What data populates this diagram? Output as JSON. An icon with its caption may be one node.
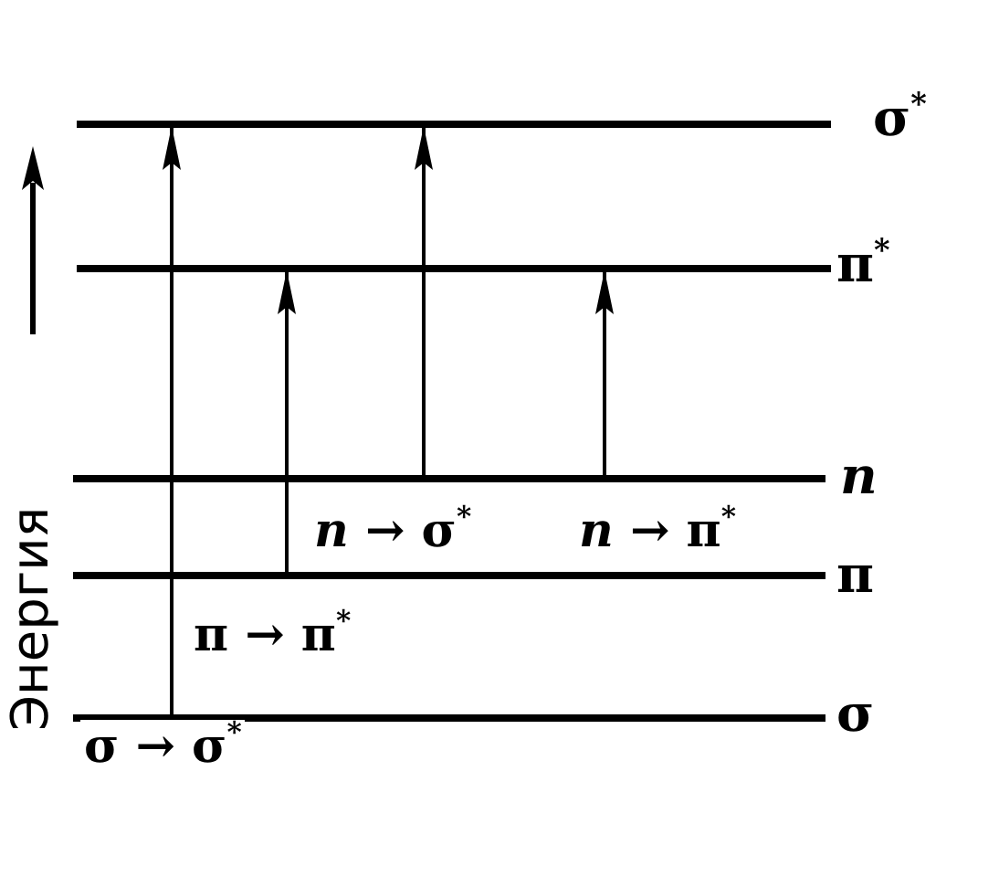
{
  "diagram": {
    "nodes": [
      {
        "text": [
          "σ$^{*}$"
        ]
      },
      {
        "text": [
          "π$^{*}$"
        ]
      },
      {
        "text": [
          "*n*"
        ]
      },
      {
        "text": [
          "π"
        ]
      },
      {
        "text": [
          "σ"
        ]
      }
    ],
    "edges": [
      {
        "from": 4,
        "to": 0,
        "arrow": "to",
        "label": "σ → σ$^{*}$"
      },
      {
        "from": 3,
        "to": 1,
        "arrow": "to",
        "label": "π → π$^{*}$"
      },
      {
        "from": 2,
        "to": 0,
        "arrow": "to",
        "label": "*n* → σ$^{*}$"
      },
      {
        "from": 2,
        "to": 1,
        "arrow": "to",
        "label": "*n* → π$^{*}$"
      }
    ],
    "labels": [
      "Энергия"
    ]
  }
}
